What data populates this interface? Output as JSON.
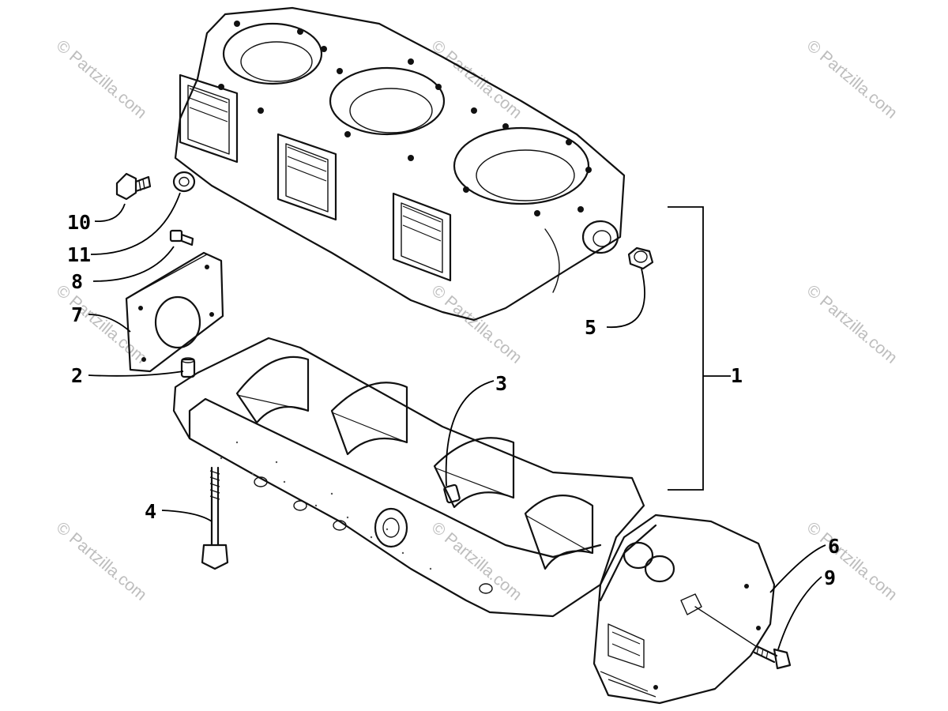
{
  "diagram": {
    "labels": [
      {
        "id": "1",
        "text": "1",
        "target": "crankcase-assembly-bracket"
      },
      {
        "id": "2",
        "text": "2",
        "target": "dowel-pin"
      },
      {
        "id": "3",
        "text": "3",
        "target": "bearing-pin"
      },
      {
        "id": "4",
        "text": "4",
        "target": "long-bolt"
      },
      {
        "id": "5",
        "text": "5",
        "target": "sleeve-collar"
      },
      {
        "id": "6",
        "text": "6",
        "target": "bell-housing"
      },
      {
        "id": "7",
        "text": "7",
        "target": "cover-plate"
      },
      {
        "id": "8",
        "text": "8",
        "target": "small-screw"
      },
      {
        "id": "9",
        "text": "9",
        "target": "cap-screw"
      },
      {
        "id": "10",
        "text": "10",
        "target": "hex-bolt"
      },
      {
        "id": "11",
        "text": "11",
        "target": "washer-seal"
      }
    ]
  },
  "watermark": {
    "text": "© Partzilla.com"
  }
}
